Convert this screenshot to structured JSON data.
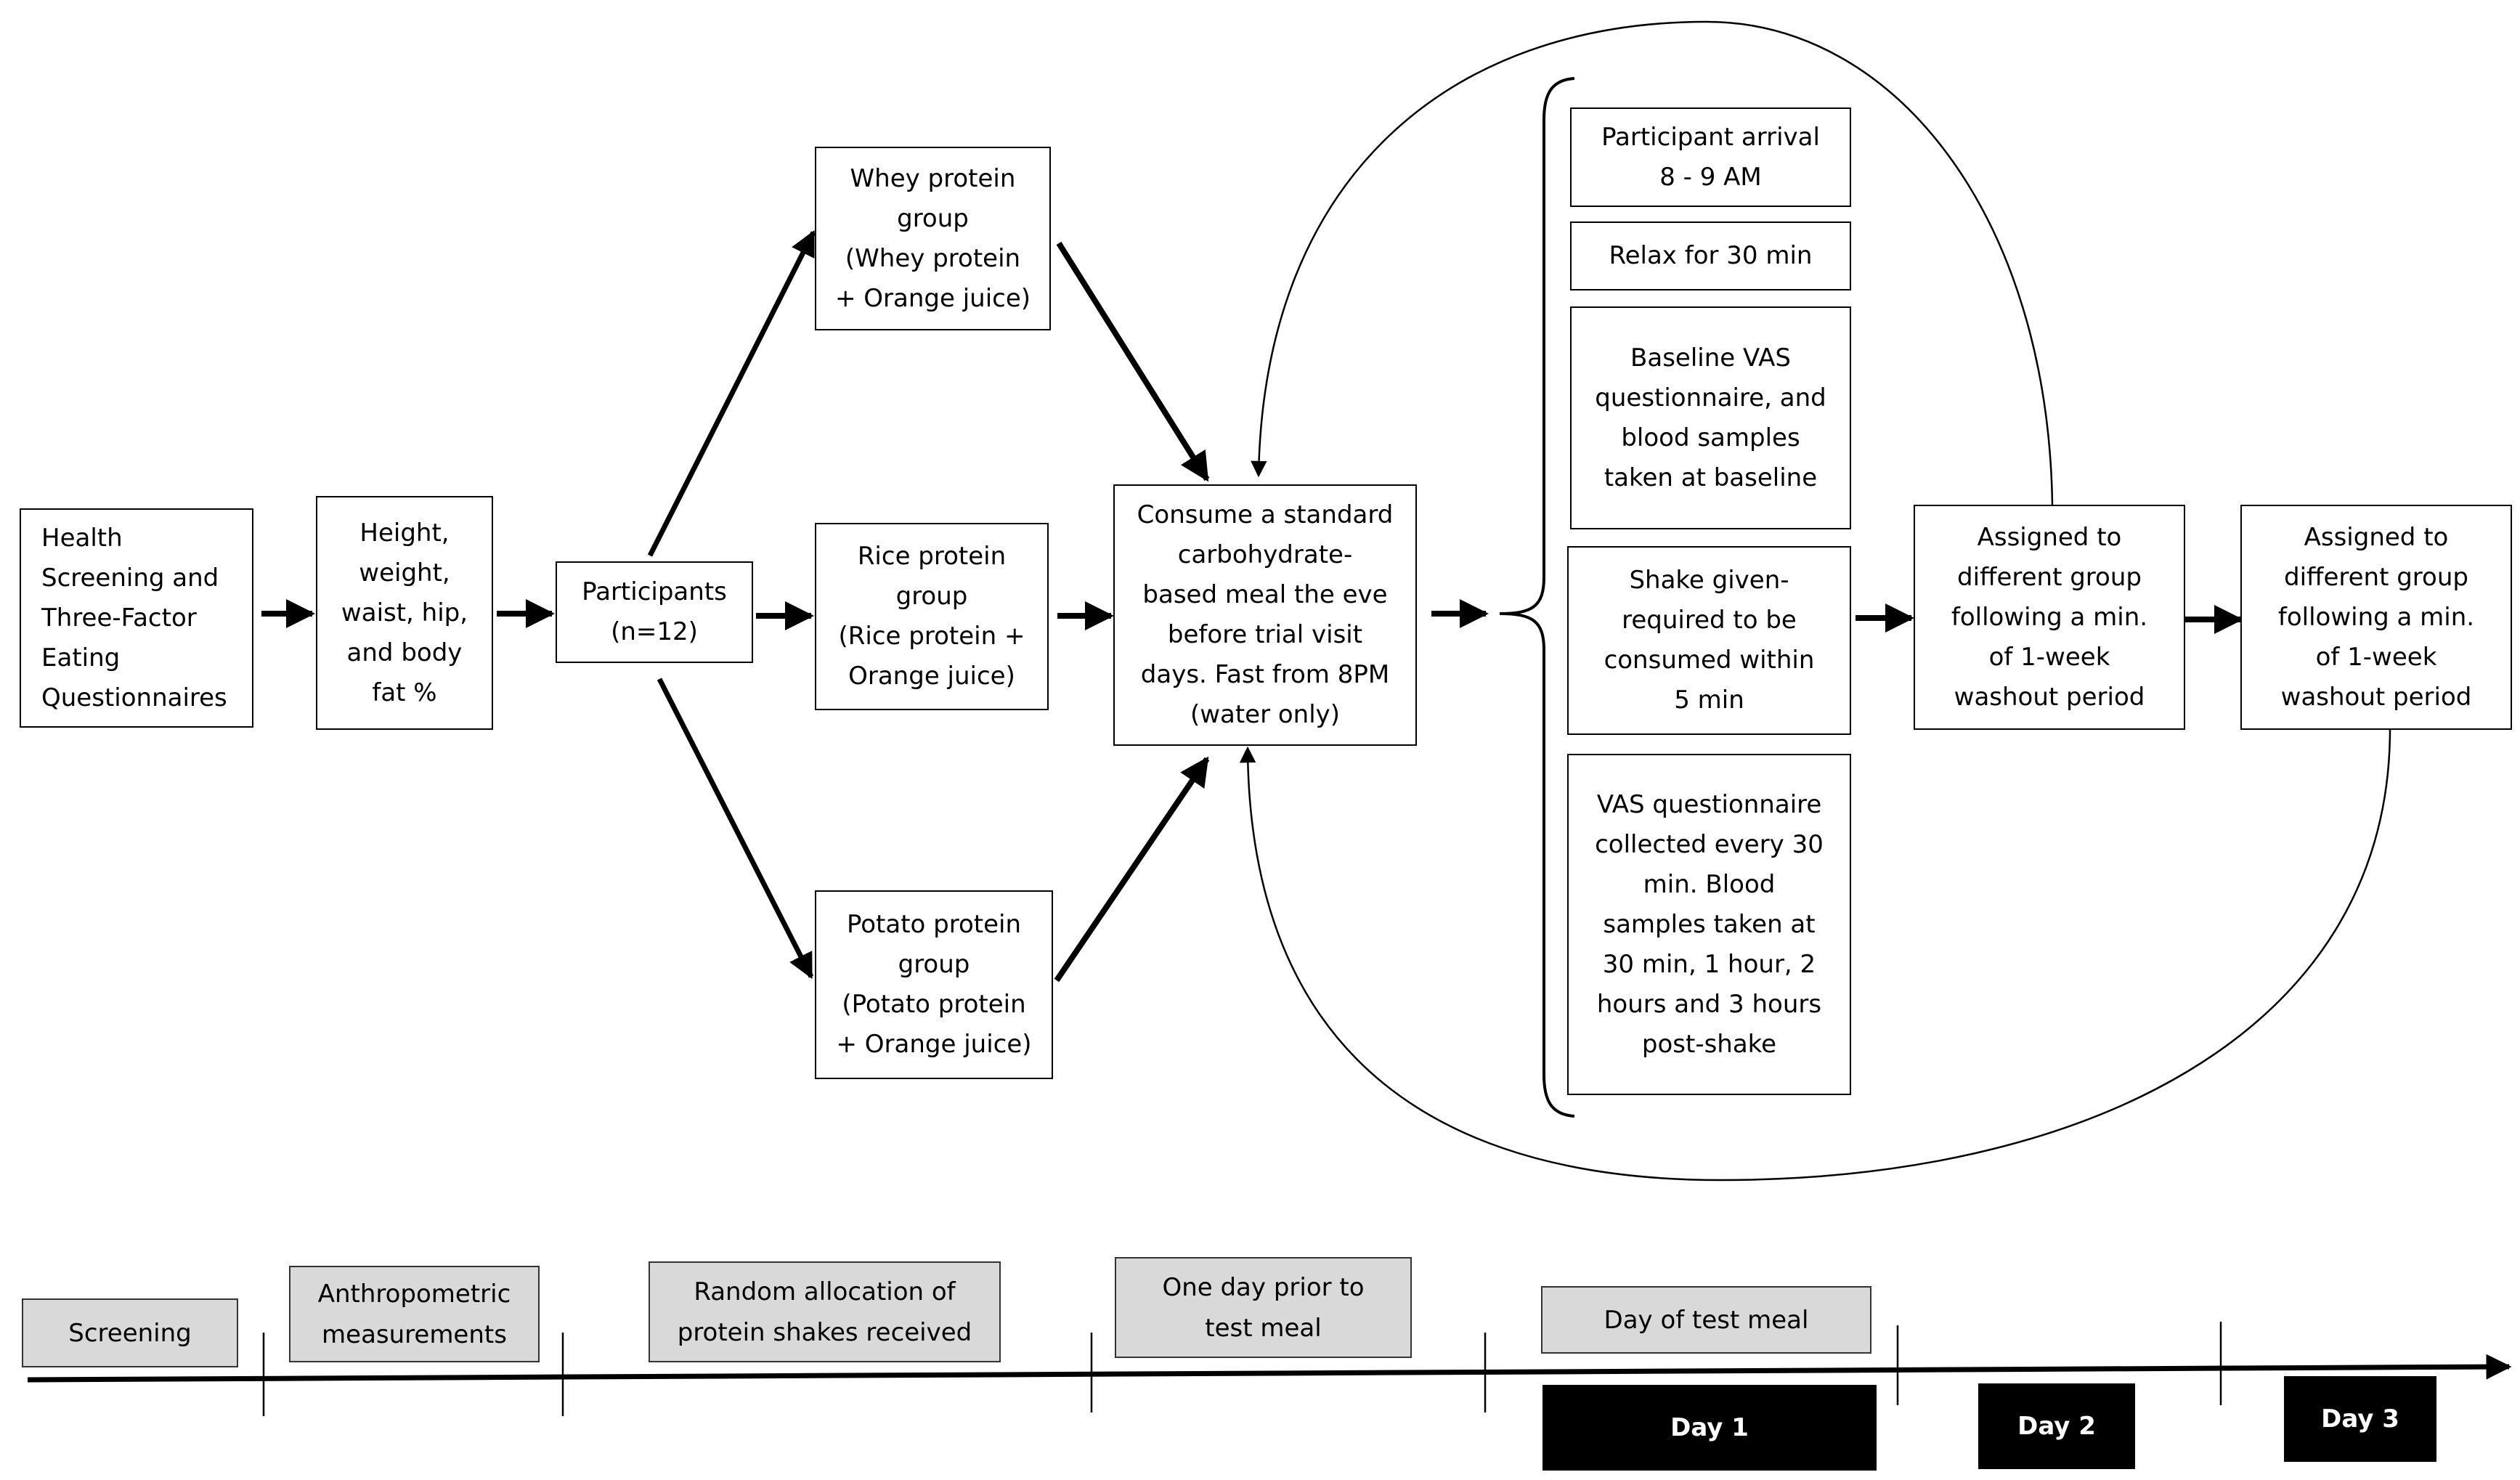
{
  "flow": {
    "health_screening": "Health\nScreening and\nThree-Factor\nEating\nQuestionnaires",
    "anthropometrics": "Height,\nweight,\nwaist, hip,\nand body\nfat %",
    "participants": "Participants\n(n=12)",
    "whey_group": "Whey protein\ngroup\n(Whey protein\n+ Orange juice)",
    "rice_group": "Rice protein\ngroup\n(Rice protein +\nOrange juice)",
    "potato_group": "Potato protein\ngroup\n(Potato protein\n+ Orange juice)",
    "standard_meal": "Consume a standard\ncarbohydrate-\nbased meal the eve\nbefore trial visit\ndays. Fast from 8PM\n(water only)",
    "arrival": "Participant arrival\n8 - 9 AM",
    "relax": "Relax for 30 min",
    "baseline": "Baseline VAS\nquestionnaire, and\nblood samples\ntaken at baseline",
    "shake": "Shake given-\nrequired to be\nconsumed within\n5 min",
    "vas_collection": "VAS questionnaire\ncollected every 30\nmin. Blood\nsamples taken at\n30 min, 1 hour, 2\nhours and 3 hours\npost-shake",
    "washout_1": "Assigned to\ndifferent group\nfollowing a min.\nof 1-week\nwashout period",
    "washout_2": "Assigned to\ndifferent group\nfollowing a min.\nof 1-week\nwashout period"
  },
  "timeline": {
    "screening": "Screening",
    "anthropometric": "Anthropometric\nmeasurements",
    "random_allocation": "Random allocation of\nprotein shakes received",
    "one_day_prior": "One day prior to\ntest meal",
    "test_meal_day": "Day of test meal",
    "day1": "Day 1",
    "day2": "Day 2",
    "day3": "Day 3"
  },
  "colors": {
    "box_border": "#000000",
    "timeline_fill": "#d9d9d9",
    "day_fill": "#000000",
    "day_text": "#ffffff"
  }
}
